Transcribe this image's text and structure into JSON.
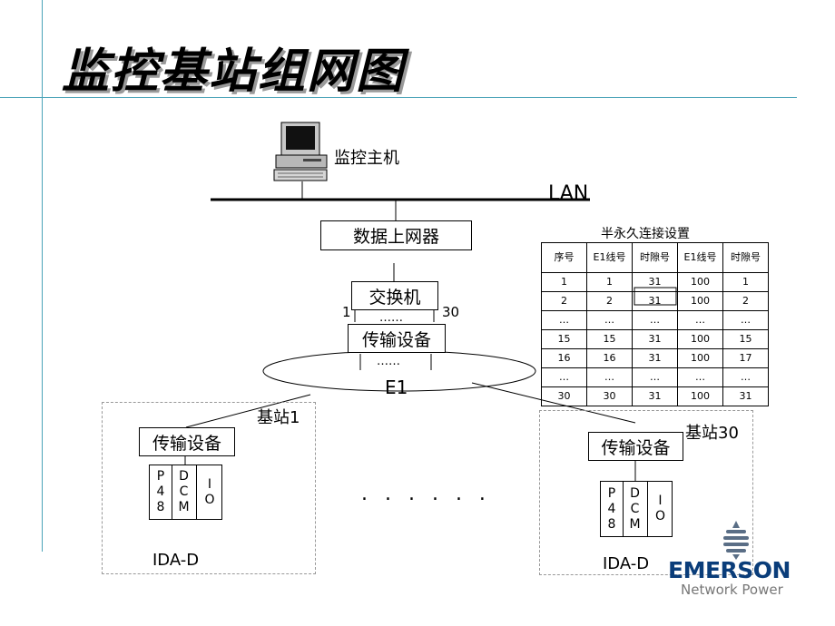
{
  "title": "监控基站组网图",
  "monitor_host": "监控主机",
  "lan": "LAN",
  "data_router": "数据上网器",
  "switch": "交换机",
  "port_left": "1",
  "port_right": "30",
  "dots_top": "……",
  "dots_ring": "……",
  "transmission": "传输设备",
  "e1": "E1",
  "station1": {
    "label": "基站1",
    "transmission": "传输设备",
    "modules": [
      [
        "P",
        "4",
        "8"
      ],
      [
        "D",
        "C",
        "M"
      ],
      [
        "I",
        "O"
      ]
    ],
    "ida": "IDA-D"
  },
  "station30": {
    "label": "基站30",
    "transmission": "传输设备",
    "modules": [
      [
        "P",
        "4",
        "8"
      ],
      [
        "D",
        "C",
        "M"
      ],
      [
        "I",
        "O"
      ]
    ],
    "ida": "IDA-D"
  },
  "ellipsis_mid": ". . . . . .",
  "table": {
    "caption": "半永久连接设置",
    "headers": [
      "序号",
      "E1线号",
      "时隙号",
      "E1线号",
      "时隙号"
    ],
    "rows": [
      [
        "1",
        "1",
        "31",
        "100",
        "1"
      ],
      [
        "2",
        "2",
        "31",
        "100",
        "2"
      ],
      [
        "…",
        "…",
        "…",
        "…",
        "…"
      ],
      [
        "15",
        "15",
        "31",
        "100",
        "15"
      ],
      [
        "16",
        "16",
        "31",
        "100",
        "17"
      ],
      [
        "…",
        "…",
        "…",
        "…",
        "…"
      ],
      [
        "30",
        "30",
        "31",
        "100",
        "31"
      ]
    ]
  },
  "logo": {
    "brand": "EMERSON",
    "sub": "Network Power"
  },
  "colors": {
    "accent_line": "#4aa3b8",
    "logo_blue": "#0a3d7a"
  }
}
